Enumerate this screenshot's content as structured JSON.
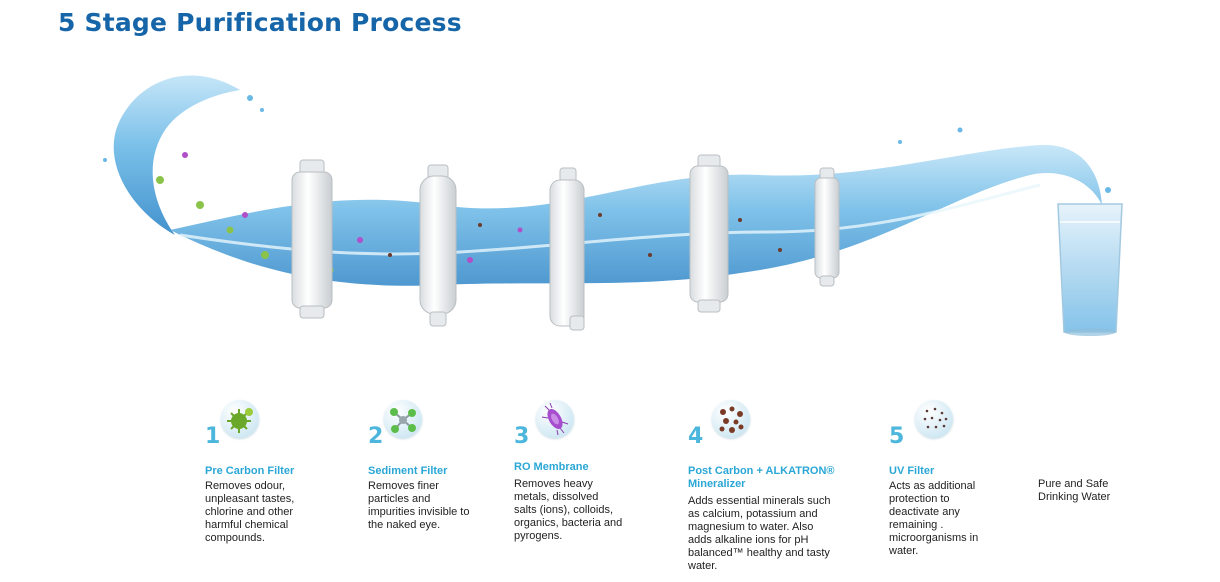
{
  "title": "5 Stage Purification Process",
  "colors": {
    "title": "#1565a8",
    "accent": "#2aa7d6",
    "number": "#4db6dc",
    "water": "#5aaee0"
  },
  "stages": [
    {
      "number": "1",
      "name": "Pre Carbon Filter",
      "description": "Removes odour, unpleasant tastes, chlorine and other harmful chemical compounds.",
      "icon": "green-bacteria-icon"
    },
    {
      "number": "2",
      "name": "Sediment Filter",
      "description": "Removes finer particles and impurities invisible to the naked eye.",
      "icon": "molecule-icon"
    },
    {
      "number": "3",
      "name": "RO Membrane",
      "description": "Removes heavy metals, dissolved salts (ions), colloids, organics, bacteria and pyrogens.",
      "icon": "purple-microbe-icon"
    },
    {
      "number": "4",
      "name": "Post Carbon + ALKATRON® Mineralizer",
      "description": "Adds essential minerals such as calcium, potassium and magnesium to water. Also adds alkaline ions for pH balanced™ healthy and tasty water.",
      "icon": "mineral-particles-icon"
    },
    {
      "number": "5",
      "name": "UV Filter",
      "description": "Acts as additional protection to deactivate any remaining . microorganisms in water.",
      "icon": "microorganism-dots-icon"
    }
  ],
  "final_label": "Pure and Safe Drinking Water"
}
